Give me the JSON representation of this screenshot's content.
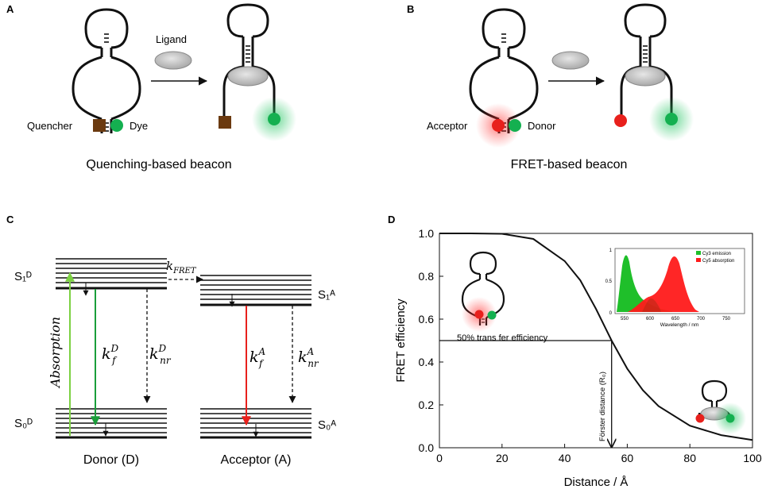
{
  "panels": {
    "a": {
      "letter": "A",
      "ligand_label": "Ligand",
      "quencher_label": "Quencher",
      "dye_label": "Dye",
      "caption": "Quenching-based beacon"
    },
    "b": {
      "letter": "B",
      "acceptor_label": "Acceptor",
      "donor_label": "Donor",
      "caption": "FRET-based beacon"
    },
    "c": {
      "letter": "C",
      "s1d": "S₁ᴰ",
      "s0d": "S₀ᴰ",
      "s1a": "S₁ᴬ",
      "s0a": "S₀ᴬ",
      "kfret": "k",
      "kfret_sub": "FRET",
      "absorption": "Absorption",
      "kf_d": "k",
      "kf_d_sup": "D",
      "kf_d_sub": "f",
      "knr_d": "k",
      "knr_d_sup": "D",
      "knr_d_sub": "nr",
      "kf_a": "k",
      "kf_a_sup": "A",
      "kf_a_sub": "f",
      "knr_a": "k",
      "knr_a_sup": "A",
      "knr_a_sub": "nr",
      "donor_caption": "Donor (D)",
      "acceptor_caption": "Acceptor (A)"
    },
    "d": {
      "letter": "D",
      "ylabel": "FRET efficiency",
      "xlabel": "Distance / Å",
      "half_label": "50% trans fer efficiency",
      "r0_label": "Förster distance (R₀)",
      "inset": {
        "legend": [
          "Cy3 emission",
          "Cy5 absorption"
        ],
        "xlabel": "Wavelength / nm",
        "xticks": [
          "550",
          "600",
          "650",
          "700",
          "750"
        ],
        "yticks": [
          "0",
          "0.5",
          "1"
        ]
      }
    }
  },
  "chart_data": {
    "type": "line",
    "xlabel": "Distance / Å",
    "ylabel": "FRET efficiency",
    "xlim": [
      0,
      100
    ],
    "ylim": [
      0,
      1.0
    ],
    "xticks": [
      "0",
      "20",
      "40",
      "60",
      "80",
      "100"
    ],
    "yticks": [
      "0.0",
      "0.2",
      "0.4",
      "0.6",
      "0.8",
      "1.0"
    ],
    "r0": 55,
    "series": [
      {
        "x": [
          0,
          10,
          20,
          30,
          40,
          45,
          50,
          55,
          60,
          65,
          70,
          80,
          90,
          100
        ],
        "values": [
          1.0,
          1.0,
          0.998,
          0.974,
          0.871,
          0.781,
          0.648,
          0.5,
          0.369,
          0.268,
          0.194,
          0.103,
          0.059,
          0.036
        ]
      }
    ],
    "annotations": [
      "50% trans fer efficiency",
      "Förster distance (R₀)"
    ],
    "colors": {
      "donor": "#1db954",
      "acceptor": "#e8201c",
      "quencher": "#6b3a10",
      "ligand": "#c8c8c8"
    }
  }
}
